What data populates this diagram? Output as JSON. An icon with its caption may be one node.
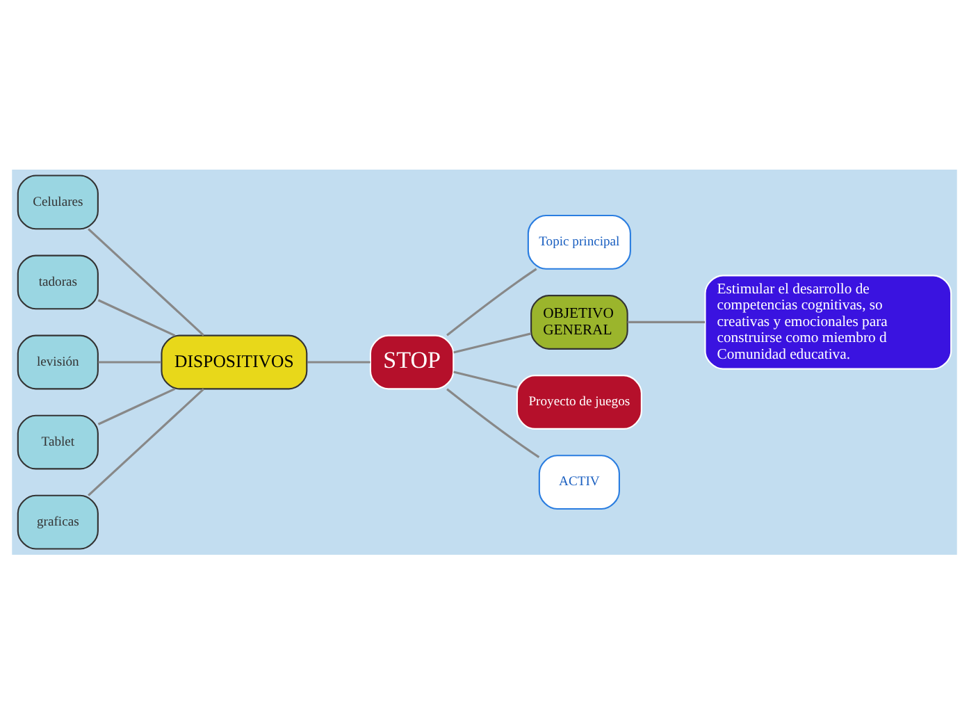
{
  "diagram": {
    "nodes": [
      {
        "text": [
          "STOP"
        ]
      },
      {
        "text": [
          "Topic principal"
        ]
      },
      {
        "text": [
          "OBJETIVO GENERAL"
        ]
      },
      {
        "text": [
          "Estimular el desarrollo de competencias cognitivas, so creativas y emocionales para construirse como miembro d Comunidad educativa."
        ]
      },
      {
        "text": [
          "Proyecto de juegos"
        ]
      },
      {
        "text": [
          "ACTIV"
        ]
      },
      {
        "text": [
          "DISPOSITIVOS"
        ]
      },
      {
        "text": [
          "Celulares"
        ]
      },
      {
        "text": [
          "tadoras"
        ]
      },
      {
        "text": [
          "levisión"
        ]
      },
      {
        "text": [
          "Tablet"
        ]
      },
      {
        "text": [
          "graficas"
        ]
      }
    ],
    "edges": [
      {
        "from": 0,
        "to": 1,
        "arrow": "none"
      },
      {
        "from": 0,
        "to": 2,
        "arrow": "none"
      },
      {
        "from": 2,
        "to": 3,
        "arrow": "none"
      },
      {
        "from": 0,
        "to": 4,
        "arrow": "none"
      },
      {
        "from": 0,
        "to": 5,
        "arrow": "none"
      },
      {
        "from": 6,
        "to": 0,
        "arrow": "none"
      },
      {
        "from": 7,
        "to": 6,
        "arrow": "none"
      },
      {
        "from": 8,
        "to": 6,
        "arrow": "none"
      },
      {
        "from": 9,
        "to": 6,
        "arrow": "none"
      },
      {
        "from": 10,
        "to": 6,
        "arrow": "none"
      },
      {
        "from": 11,
        "to": 6,
        "arrow": "none"
      }
    ]
  }
}
